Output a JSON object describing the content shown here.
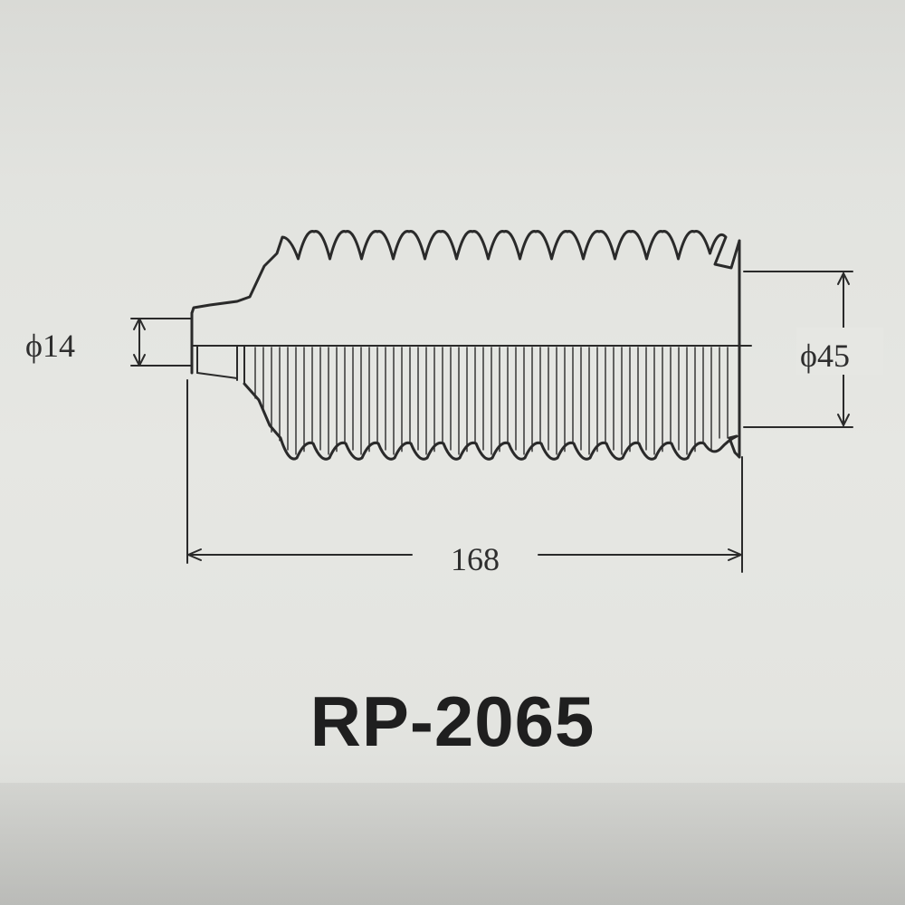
{
  "drawing": {
    "small_diameter_label": "ϕ14",
    "large_diameter_label": "ϕ45",
    "length_label": "168"
  },
  "part_number": "RP-2065",
  "colors": {
    "ink": "#2a2a2a",
    "paper": "#e6e7e3"
  }
}
